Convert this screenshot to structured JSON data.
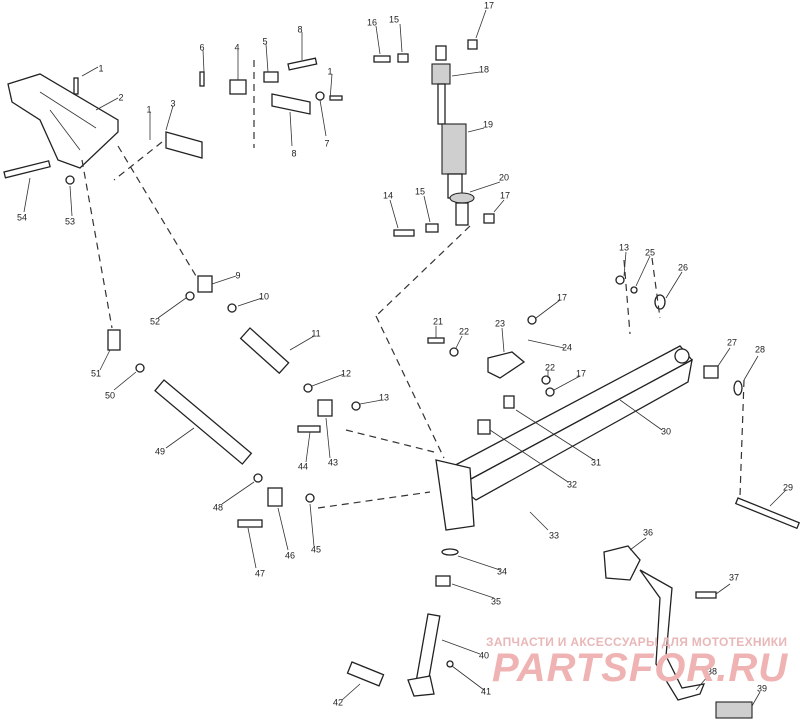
{
  "diagram": {
    "callouts": [
      "1",
      "1",
      "1",
      "2",
      "3",
      "4",
      "5",
      "6",
      "7",
      "8",
      "8",
      "9",
      "10",
      "11",
      "12",
      "13",
      "13",
      "14",
      "15",
      "15",
      "16",
      "17",
      "17",
      "17",
      "17",
      "18",
      "19",
      "20",
      "21",
      "22",
      "22",
      "23",
      "24",
      "25",
      "26",
      "27",
      "28",
      "29",
      "30",
      "31",
      "32",
      "33",
      "34",
      "35",
      "36",
      "37",
      "38",
      "39",
      "40",
      "41",
      "42",
      "43",
      "44",
      "45",
      "46",
      "47",
      "48",
      "49",
      "50",
      "51",
      "52",
      "53",
      "54"
    ]
  },
  "watermark": {
    "caption": "ЗАПЧАСТИ И АКСЕССУАРЫ ДЛЯ МОТОТЕХНИКИ",
    "logo": "PARTSFOR.RU"
  },
  "colors": {
    "line": "#222222",
    "watermark": "#efb3b3"
  }
}
